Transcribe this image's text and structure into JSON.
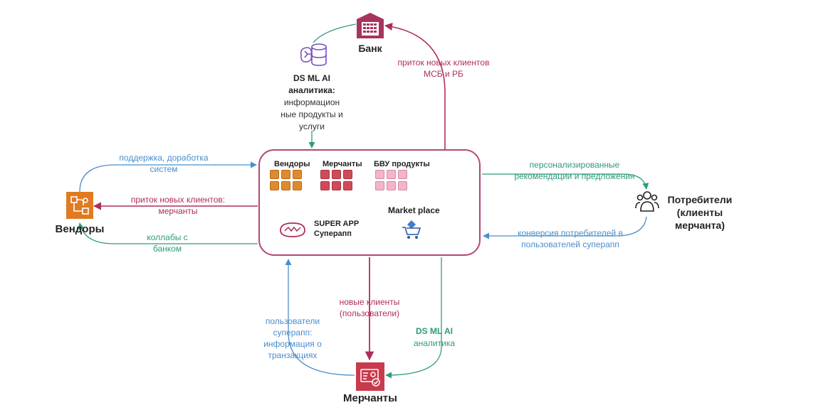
{
  "nodes": {
    "bank": "Банк",
    "vendors": "Вендоры",
    "consumers": "Потребители (клиенты мерчанта)",
    "merchants": "Мерчанты",
    "dsml_title": "DS ML AI аналитика:",
    "dsml_sub": "информацион ные продукты и услуги"
  },
  "hub": {
    "vendors_label": "Вендоры",
    "merchants_label": "Мерчанты",
    "bvu_label": "БВУ продукты",
    "superapp_line1": "SUPER APP",
    "superapp_line2": "Суперапп",
    "marketplace_label": "Market place"
  },
  "flows": {
    "bank_inflow": "приток новых клиентов МСБ и РБ",
    "vendor_support": "поддержка, доработка систем",
    "vendor_inflow": "приток новых клиентов: мерчанты",
    "vendor_collab": "коллабы с банком",
    "consumer_recs": "персонализированные рекомендации и предложения",
    "consumer_conv": "конверсия потребителей в пользователей суперапп",
    "merchant_new": "новые клиенты (пользователи)",
    "merchant_dsml_title": "DS ML AI",
    "merchant_dsml_sub": "аналитика",
    "user_info": "пользователи суперапп: информация о транзакциях"
  },
  "colors": {
    "teal": "#2f9a7e",
    "blue": "#4a8ecb",
    "magenta": "#b02c5e",
    "bank_icon": "#a8335f",
    "vendor_icon": "#e07b22",
    "merchant_icon": "#c83a4c",
    "hub_border": "#b24777"
  },
  "icons": [
    "bank-icon",
    "database-brain-icon",
    "vendor-flow-icon",
    "people-icon",
    "merchant-card-icon",
    "superapp-logo-icon",
    "shopping-cart-icon"
  ]
}
